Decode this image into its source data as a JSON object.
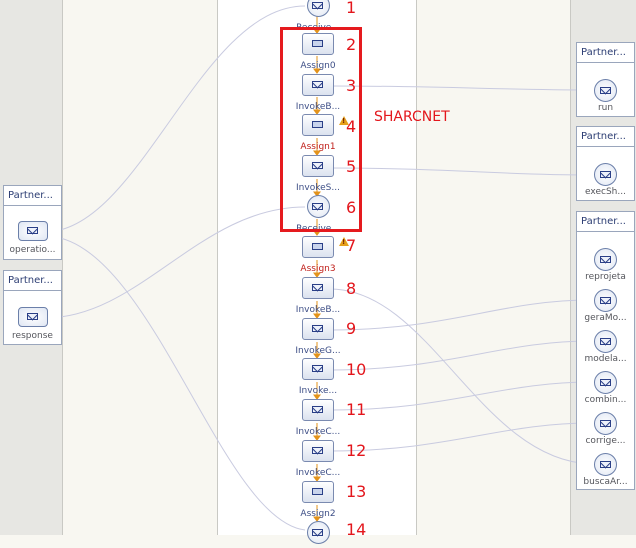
{
  "annotation": {
    "label": "SHARCNET"
  },
  "left_partners": [
    {
      "header": "Partner...",
      "operation": "operatio..."
    },
    {
      "header": "Partner...",
      "operation": "response"
    }
  ],
  "right_partners": [
    {
      "header": "Partner...",
      "operations": [
        "run"
      ]
    },
    {
      "header": "Partner...",
      "operations": [
        "execSh..."
      ]
    },
    {
      "header": "Partner...",
      "operations": [
        "reprojeta",
        "geraMo...",
        "modela...",
        "combin...",
        "corrige...",
        "buscaAr..."
      ]
    }
  ],
  "activities": [
    {
      "num": "1",
      "label": "Receive...",
      "type": "receive",
      "error": false,
      "warning": false
    },
    {
      "num": "2",
      "label": "Assign0",
      "type": "assign",
      "error": false,
      "warning": false
    },
    {
      "num": "3",
      "label": "InvokeB...",
      "type": "invoke",
      "error": false,
      "warning": false
    },
    {
      "num": "4",
      "label": "Assign1",
      "type": "assign",
      "error": true,
      "warning": true
    },
    {
      "num": "5",
      "label": "InvokeS...",
      "type": "invoke",
      "error": false,
      "warning": false
    },
    {
      "num": "6",
      "label": "Receive...",
      "type": "receive",
      "error": false,
      "warning": false
    },
    {
      "num": "7",
      "label": "Assign3",
      "type": "assign",
      "error": true,
      "warning": true
    },
    {
      "num": "8",
      "label": "InvokeB...",
      "type": "invoke",
      "error": false,
      "warning": false
    },
    {
      "num": "9",
      "label": "InvokeG...",
      "type": "invoke",
      "error": false,
      "warning": false
    },
    {
      "num": "10",
      "label": "Invoke...",
      "type": "invoke",
      "error": false,
      "warning": false
    },
    {
      "num": "11",
      "label": "InvokeC...",
      "type": "invoke",
      "error": false,
      "warning": false
    },
    {
      "num": "12",
      "label": "InvokeC...",
      "type": "invoke",
      "error": false,
      "warning": false
    },
    {
      "num": "13",
      "label": "Assign2",
      "type": "assign",
      "error": false,
      "warning": false
    },
    {
      "num": "14",
      "label": "",
      "type": "receive",
      "error": false,
      "warning": false
    }
  ],
  "colors": {
    "highlight": "#e51a1e",
    "number": "#e3161c",
    "wire": "#c9cbe0",
    "flow": "#e3931b"
  }
}
